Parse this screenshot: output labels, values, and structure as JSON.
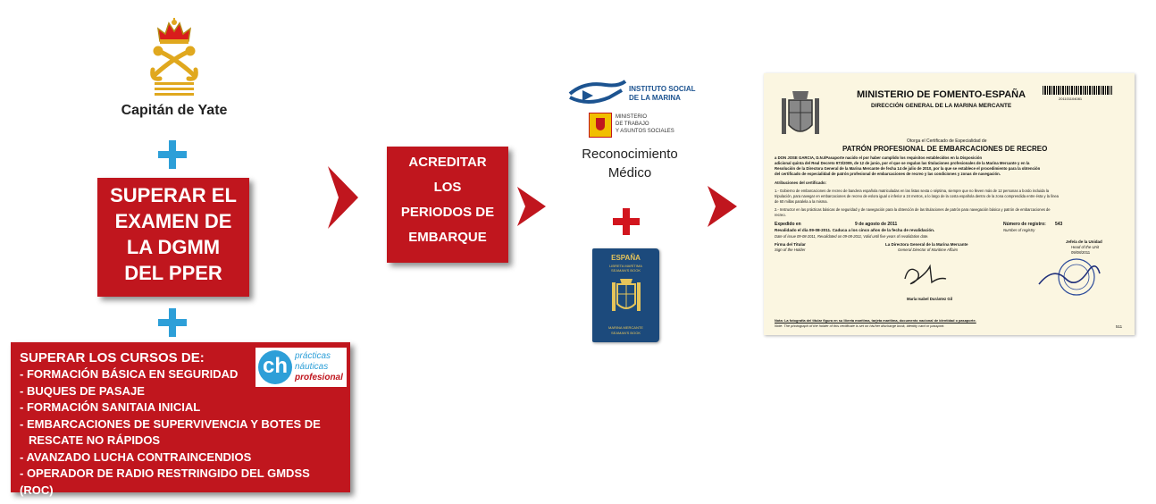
{
  "captain": {
    "label": "Capitán de Yate"
  },
  "exam_box": {
    "lines": [
      "SUPERAR EL",
      "EXAMEN DE",
      "LA DGMM",
      "DEL PPER"
    ]
  },
  "courses": {
    "heading": "SUPERAR LOS CURSOS DE:",
    "items": [
      "- FORMACIÓN BÁSICA EN SEGURIDAD",
      "- BUQUES DE PASAJE",
      "- FORMACIÓN SANITAIA INICIAL",
      "- EMBARCACIONES DE SUPERVIVENCIA Y BOTES DE",
      "  RESCATE NO RÁPIDOS",
      "- AVANZADO LUCHA CONTRAINCENDIOS",
      "- OPERADOR DE RADIO RESTRINGIDO DEL GMDSS (ROC)"
    ],
    "logo": {
      "initials": "ch",
      "line1": "prácticas",
      "line2": "náuticas",
      "line3": "profesional"
    }
  },
  "acreditar_box": {
    "lines": [
      "ACREDITAR",
      "LOS",
      "PERIODOS DE",
      "EMBARQUE"
    ]
  },
  "medical": {
    "ism_line1": "INSTITUTO SOCIAL",
    "ism_line2": "DE LA MARINA",
    "ministry_line1": "MINISTERIO",
    "ministry_line2": "DE TRABAJO",
    "ministry_line3": "Y ASUNTOS SOCIALES",
    "caption_line1": "Reconocimiento",
    "caption_line2": "Médico"
  },
  "passport": {
    "country": "ESPAÑA",
    "line1": "LIBRETA MARÍTIMA",
    "line2": "SEAMAN'S BOOK",
    "bottom1": "MARINA MERCANTE",
    "bottom2": "SEAMAN'S BOOK"
  },
  "certificate": {
    "title": "MINISTERIO DE FOMENTO-ESPAÑA",
    "subtitle": "DIRECCIÓN GENERAL DE LA MARINA MERCANTE",
    "number": "201101104081",
    "grant": "Otorga el Certificado de Especialidad de",
    "heading": "PATRÓN PROFESIONAL DE EMBARCACIONES DE RECREO",
    "holder": "a DON JOSE            GARCIA, D.N.I/Pasaporte           nacido el            por haber cumplido los requisitos establecidos en la Disposición",
    "body2": "adicional quinta del Real Decreto 973/2009, de 12 de junio, por el que se regulan las titulaciones profesionales de la Marina Mercante y en la",
    "body3": "Resolución de la Directora General de la Marina Mercante de fecha 14 de julio de 2010, por la que se establece el procedimiento para la obtención",
    "body4": "del certificado de especialidad de patrón profesional de embarcaciones de recreo y las condiciones y zonas de navegación.",
    "attrib": "Atribuciones del certificado:",
    "a1": "1.- Gobierno de embarcaciones de recreo de bandera española matriculadas en las listas sexta o séptima, siempre que no lleven más de 12 personas a bordo incluida la",
    "a2": "tripulación, para navegar en embarcaciones de recreo de eslora igual o inferior a 24 metros, a lo largo de la costa española dentro de la zona comprendida entre ésta y la línea",
    "a3": "de 60 millas paralela a la misma.",
    "a4": "2.- Instructor en las prácticas básicas de seguridad y de navegación para la obtención de las titulaciones de patrón para navegación básica y patrón de embarcaciones de",
    "a5": "recreo.",
    "expedido_label": "Expedido en",
    "expedido_date": "9 de agosto de 2011",
    "registro_label": "Número de registro:",
    "registro_value": "543",
    "registro_en": "Number of registry",
    "revalidado": "Revalidado el día 09-08-2011. Caduca a los cinco años de la fecha de revalidación.",
    "revalidado_en": "Date of issue 09-08-2011, Revalidated on 09-08-2011, Valid until five years of revalidation date.",
    "firma_label": "Firma del Titular",
    "firma_en": "Sign of the Holder",
    "directora": "La Directora General de la Marina Mercante",
    "directora_en": "General Director of Maritime Affairs",
    "jefa": "Jefe/a de la Unidad",
    "jefa_en": "Head of the Unit",
    "jefa_date": "09/08/2011",
    "signer": "María Isabel Durántez Gil",
    "note1": "Nota: La fotografía del titular figura en su libreta marítima, tarjeta marítima, documento nacional de identidad o pasaporte.",
    "note2": "Note: The photograph of the holder of this certificate is set on his/her discharge book, identity card or passport.",
    "page_no": "511"
  },
  "colors": {
    "red": "#c0161e",
    "blue_plus": "#2d9fd8",
    "gold": "#e0a81e",
    "navy": "#1c5390"
  }
}
